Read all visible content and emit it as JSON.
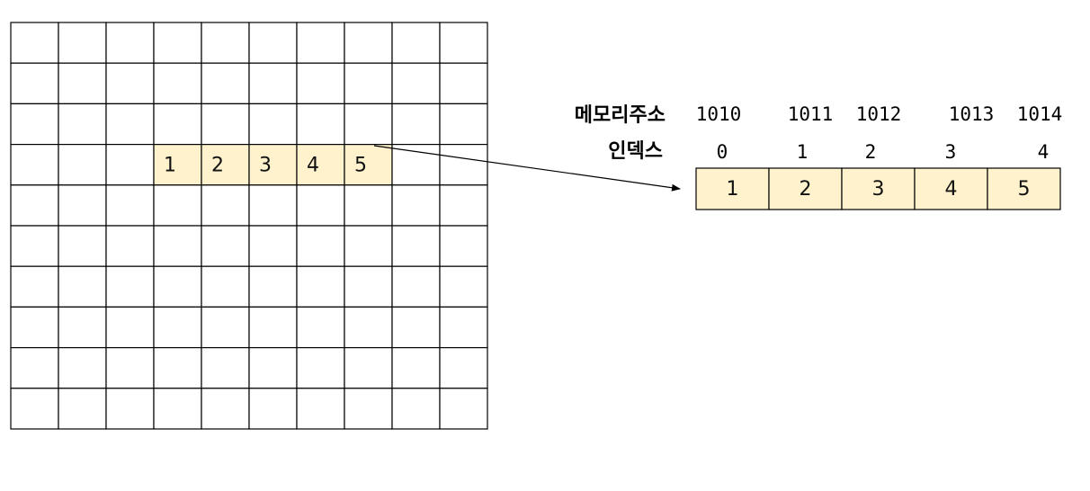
{
  "memory_grid": {
    "rows": 10,
    "cols": 10,
    "highlight_row": 3,
    "highlight_start_col": 3,
    "values": [
      "1",
      "2",
      "3",
      "4",
      "5"
    ]
  },
  "labels": {
    "memory_address": "메모리주소",
    "index": "인덱스"
  },
  "array": {
    "addresses": [
      "1010",
      "1011",
      "1012",
      "1013",
      "1014"
    ],
    "indices": [
      "0",
      "1",
      "2",
      "3",
      "4"
    ],
    "values": [
      "1",
      "2",
      "3",
      "4",
      "5"
    ]
  },
  "colors": {
    "highlight_fill": "#fff2cc",
    "stroke": "#000000"
  }
}
